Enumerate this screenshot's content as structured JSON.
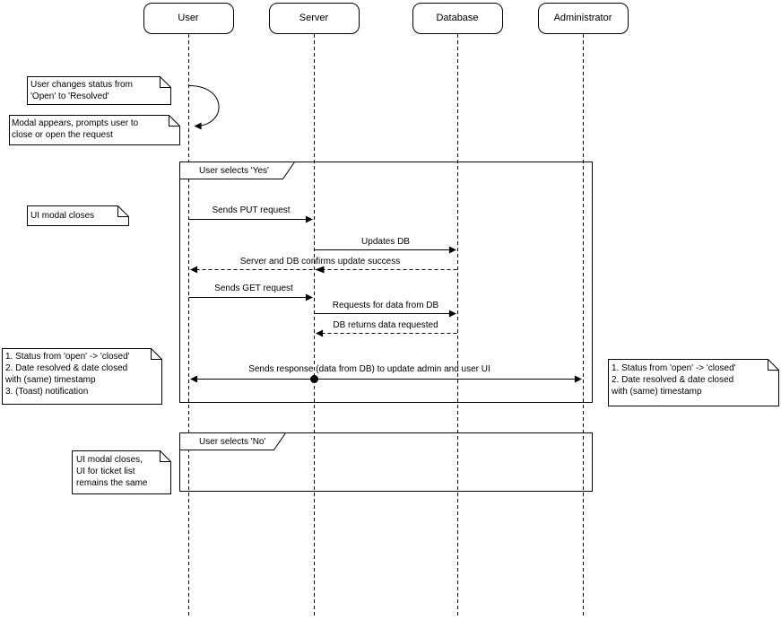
{
  "diagram": {
    "type": "sequence-diagram",
    "colors": {
      "line": "#000000",
      "background": "#ffffff",
      "shape_fill": "#ffffff"
    },
    "actors": [
      {
        "name": "User"
      },
      {
        "name": "Server"
      },
      {
        "name": "Database"
      },
      {
        "name": "Administrator"
      }
    ],
    "frames": [
      {
        "label": "User selects 'Yes'"
      },
      {
        "label": "User selects 'No'"
      }
    ],
    "notes": [
      {
        "text": "User changes status from\n'Open' to 'Resolved'"
      },
      {
        "text": "Modal appears, prompts user to\nclose or open the request"
      },
      {
        "text": "UI modal closes"
      },
      {
        "text": "1. Status from 'open' -> 'closed'\n2. Date resolved & date closed\nwith (same) timestamp\n3. (Toast) notification"
      },
      {
        "text": "1. Status from 'open' -> 'closed'\n2. Date resolved & date closed\nwith (same) timestamp"
      },
      {
        "text": "UI modal closes,\nUI for ticket list\nremains the same"
      }
    ],
    "messages": [
      {
        "label": "Sends PUT request",
        "from": "User",
        "to": "Server",
        "line": "solid"
      },
      {
        "label": "Updates DB",
        "from": "Server",
        "to": "Database",
        "line": "solid"
      },
      {
        "label": "Server and DB confirms update success",
        "from": "Database",
        "to": "User",
        "line": "dashed"
      },
      {
        "label": "Sends GET request",
        "from": "User",
        "to": "Server",
        "line": "solid"
      },
      {
        "label": "Requests for data from DB",
        "from": "Server",
        "to": "Database",
        "line": "solid"
      },
      {
        "label": "DB returns data requested",
        "from": "Database",
        "to": "Server",
        "line": "dashed"
      },
      {
        "label": "Sends response (data from DB) to update admin and user UI",
        "from": "User",
        "to": "Administrator",
        "line": "solid-bidirectional"
      }
    ]
  }
}
